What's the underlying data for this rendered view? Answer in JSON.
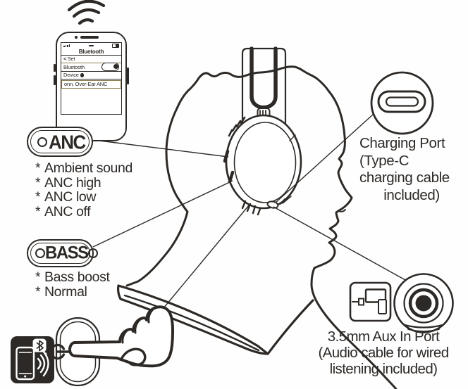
{
  "colors": {
    "ink": "#2d2926",
    "accent_olive": "#8b7c4e",
    "background": "#fefefe"
  },
  "phone": {
    "title": "Bluetooth",
    "back_chevron": "<",
    "back_label": "Set",
    "bluetooth_row_label": "Bluetooth",
    "bluetooth_toggle_state": "on",
    "device_row_label": "Device",
    "paired_device": "onn. Over-Ear ANC"
  },
  "anc": {
    "button_label": "ANC",
    "bullet": "*",
    "options": [
      "Ambient sound",
      "ANC high",
      "ANC low",
      "ANC off"
    ]
  },
  "bass": {
    "button_label": "BASS",
    "bullet": "*",
    "options": [
      "Bass boost",
      "Normal"
    ]
  },
  "charging": {
    "line1": "Charging Port",
    "line2": "(Type-C",
    "line3": "charging cable",
    "line4": "included)"
  },
  "aux": {
    "line1": "3.5mm Aux In Port",
    "line2": "(Audio cable for wired",
    "line3": "listening included)"
  },
  "icons": {
    "wireless_waves": "signal arcs above phone",
    "bluetooth_logo": "bluetooth rune in NFC badge",
    "nfc_badge": "phone with radio waves",
    "power_symbol": "standby icon on power button",
    "usb_c_port": "Type-C connector in circle",
    "aux_jack": "3.5mm jack rings",
    "pointing_hand": "finger pressing power button",
    "headphones": "over-ear headset on head profile"
  }
}
